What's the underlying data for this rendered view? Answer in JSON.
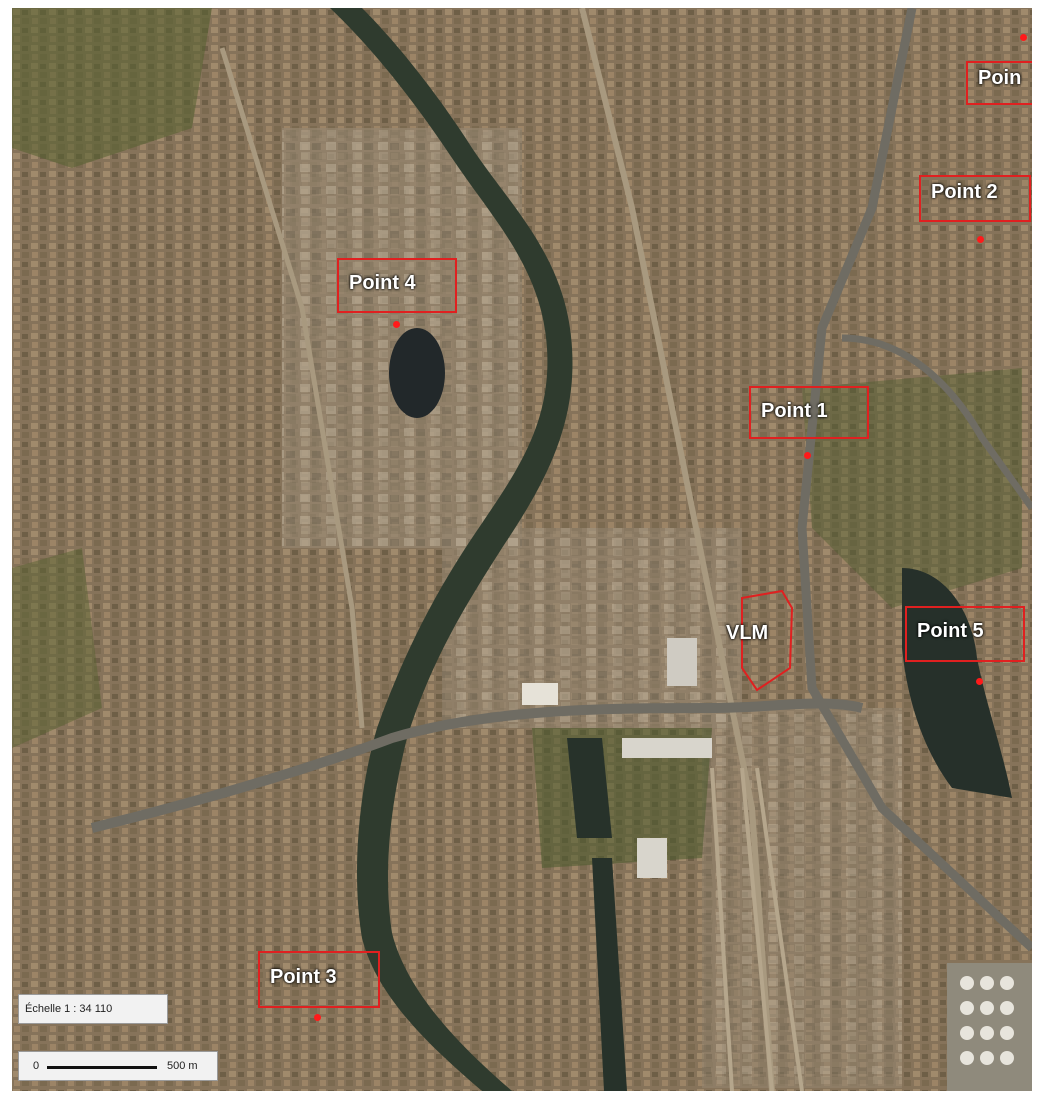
{
  "map": {
    "labels": {
      "point1": "Point 1",
      "point2": "Point 2",
      "point3": "Point 3",
      "point4": "Point 4",
      "point5": "Point 5",
      "point_top": "Poin",
      "vlm": "VLM"
    },
    "scale": {
      "ratio_text": "Échelle 1 : 34 110",
      "bar_start": "0",
      "bar_end": "500 m"
    },
    "colors": {
      "marker": "#e02020",
      "water": "#2e3a2c",
      "urban": "#8a7658",
      "vegetation": "#4f5e2e"
    }
  }
}
